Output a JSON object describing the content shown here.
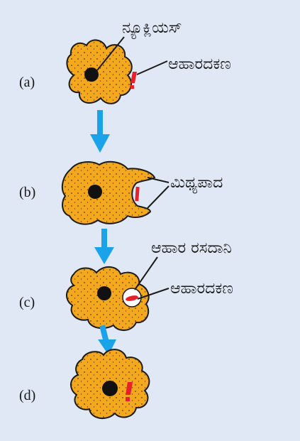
{
  "stages": [
    {
      "id": "a",
      "label": "(a)"
    },
    {
      "id": "b",
      "label": "(b)"
    },
    {
      "id": "c",
      "label": "(c)"
    },
    {
      "id": "d",
      "label": "(d)"
    }
  ],
  "labels": {
    "nucleus": "ನ್ಯೂಕ್ಲಿಯಸ್",
    "food_particle": "ಆಹಾರದಕಣ",
    "pseudopodia": "ಮಿಥ್ಯಪಾದ",
    "food_vacuole": "ಆಹಾರ ರಸದಾನಿ",
    "food_particle_c": "ಆಹಾರದಕಣ"
  },
  "colors": {
    "background": "#dfe8f4",
    "cell_fill": "#f4a81d",
    "cell_outline": "#1a1a1a",
    "nucleus": "#111111",
    "food": "#e8202a",
    "arrow": "#1aa3e8"
  }
}
